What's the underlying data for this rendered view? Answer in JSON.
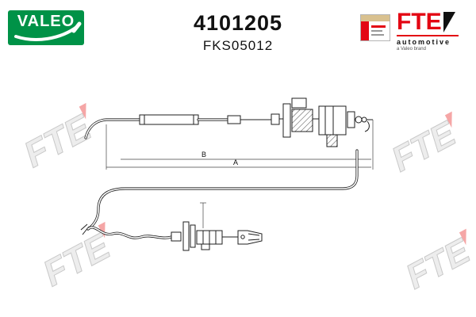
{
  "header": {
    "valeo_brand": "VALEO",
    "part_number": "4101205",
    "reference": "FKS05012",
    "fte_brand": "FTE",
    "fte_tagline": "automotive",
    "fte_sub": "a Valeo brand"
  },
  "drawing": {
    "label_a": "A",
    "label_b": "B"
  },
  "watermark": {
    "text": "FTE"
  },
  "colors": {
    "valeo_green": "#009247",
    "fte_red": "#E30613"
  }
}
